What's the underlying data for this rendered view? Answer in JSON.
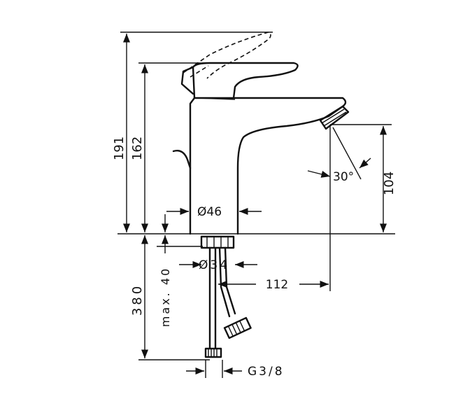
{
  "dimensions": {
    "total_height": "191",
    "spout_height": "162",
    "spout_clearance": "104",
    "spout_angle": "30°",
    "base_diameter": "Ø46",
    "shank_diameter": "Ø34",
    "spout_reach": "112",
    "hose_length": "380",
    "max_countertop": "max. 40",
    "connection_thread": "G3/8"
  }
}
